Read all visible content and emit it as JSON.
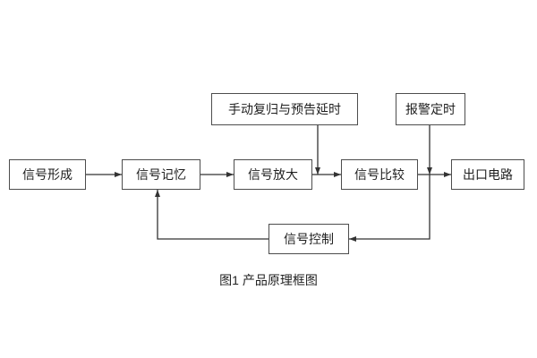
{
  "diagram": {
    "caption": "图1 产品原理框图",
    "nodes": {
      "signal_formation": {
        "label": "信号形成"
      },
      "signal_memory": {
        "label": "信号记忆"
      },
      "signal_amplify": {
        "label": "信号放大"
      },
      "signal_compare": {
        "label": "信号比较"
      },
      "output_circuit": {
        "label": "出口电路"
      },
      "manual_reset_delay": {
        "label": "手动复归与预告延时"
      },
      "alarm_timer": {
        "label": "报警定时"
      },
      "signal_control": {
        "label": "信号控制"
      }
    },
    "edges": [
      {
        "from": "signal_formation",
        "to": "signal_memory"
      },
      {
        "from": "signal_memory",
        "to": "signal_amplify"
      },
      {
        "from": "signal_amplify",
        "to": "signal_compare"
      },
      {
        "from": "signal_compare",
        "to": "output_circuit"
      },
      {
        "from": "manual_reset_delay",
        "to": "signal_amplify-signal_compare-link"
      },
      {
        "from": "alarm_timer",
        "to": "signal_compare-output_circuit-link"
      },
      {
        "from": "signal_compare-output_circuit-link",
        "to": "signal_control"
      },
      {
        "from": "signal_control",
        "to": "signal_memory"
      }
    ]
  }
}
